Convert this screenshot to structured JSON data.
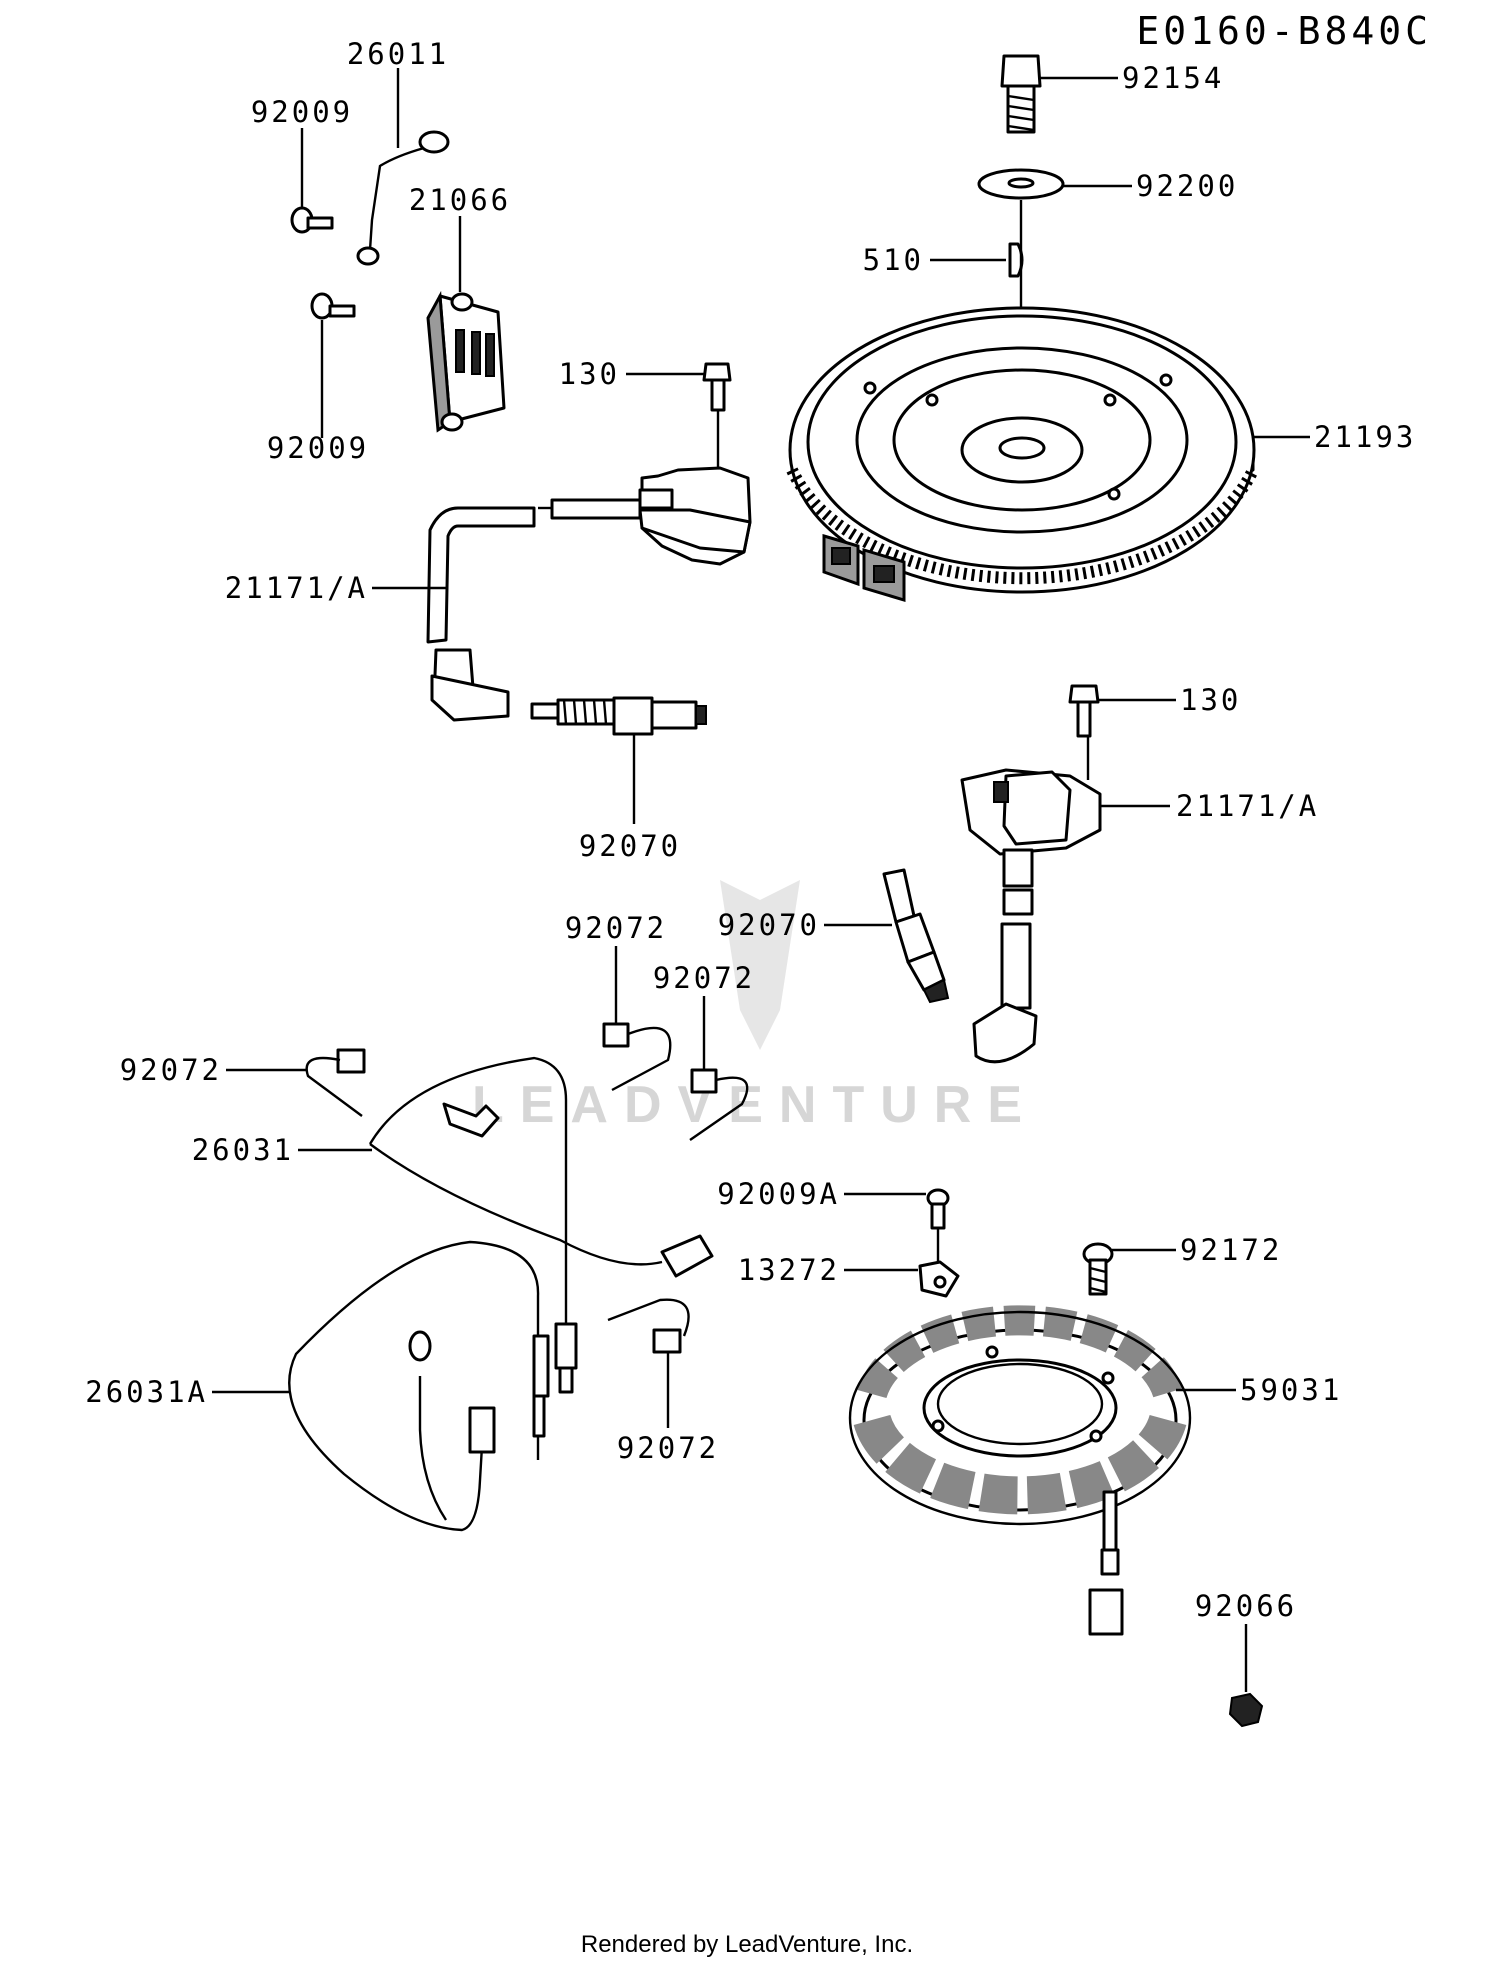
{
  "diagram_code": "E0160-B840C",
  "footer": "Rendered by LeadVenture, Inc.",
  "watermark": "LEADVENTURE",
  "callouts": [
    {
      "id": "c-92154",
      "text": "92154"
    },
    {
      "id": "c-92200",
      "text": "92200"
    },
    {
      "id": "c-510",
      "text": "510"
    },
    {
      "id": "c-21193",
      "text": "21193"
    },
    {
      "id": "c-26011",
      "text": "26011"
    },
    {
      "id": "c-92009-top",
      "text": "92009"
    },
    {
      "id": "c-21066",
      "text": "21066"
    },
    {
      "id": "c-92009-mid",
      "text": "92009"
    },
    {
      "id": "c-130-top",
      "text": "130"
    },
    {
      "id": "c-21171a-left",
      "text": "21171/A"
    },
    {
      "id": "c-92070-left",
      "text": "92070"
    },
    {
      "id": "c-130-right",
      "text": "130"
    },
    {
      "id": "c-21171a-right",
      "text": "21171/A"
    },
    {
      "id": "c-92070-right",
      "text": "92070"
    },
    {
      "id": "c-92072-a",
      "text": "92072"
    },
    {
      "id": "c-92072-b",
      "text": "92072"
    },
    {
      "id": "c-92072-c",
      "text": "92072"
    },
    {
      "id": "c-26031",
      "text": "26031"
    },
    {
      "id": "c-92009a",
      "text": "92009A"
    },
    {
      "id": "c-13272",
      "text": "13272"
    },
    {
      "id": "c-92172",
      "text": "92172"
    },
    {
      "id": "c-26031a",
      "text": "26031A"
    },
    {
      "id": "c-92072-d",
      "text": "92072"
    },
    {
      "id": "c-59031",
      "text": "59031"
    },
    {
      "id": "c-92066",
      "text": "92066"
    }
  ]
}
